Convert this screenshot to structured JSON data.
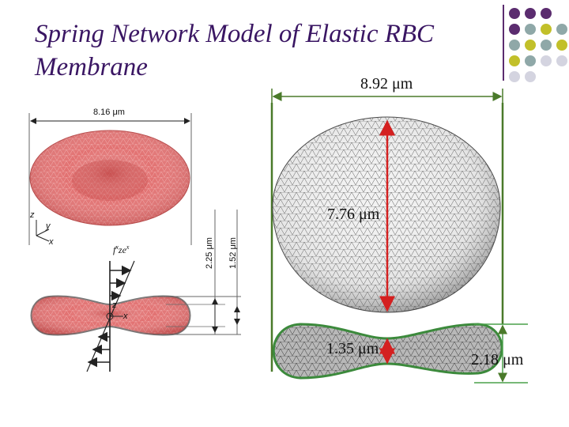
{
  "slide": {
    "title_line1": "Spring Network Model of Elastic RBC",
    "title_line2": "Membrane"
  },
  "left_figure": {
    "width_label": "8.16 μm",
    "height_label_total": "2.25 μm",
    "height_label_center": "1.52 μm",
    "force_label": "f",
    "force_sup": "x",
    "force_mid": "ze",
    "force_sup2": "x",
    "axis_z": "z",
    "axis_y": "y",
    "axis_x": "x",
    "axis2_z": "z",
    "axis2_x": "x"
  },
  "right_figure": {
    "width_label": "8.92 μm",
    "diameter_label": "7.76 μm",
    "center_thickness_label": "1.35 μm",
    "edge_thickness_label": "2.18 μm"
  },
  "colors": {
    "title": "#3a1663",
    "accent_green": "#4a7a2a",
    "arrow_red": "#d42020",
    "cell_pink": "#e06a6a",
    "dot_purple": "#5b2c6f",
    "dot_teal": "#8fa8a8",
    "dot_olive": "#c2c02a",
    "dot_gray": "#d4d4e0"
  }
}
